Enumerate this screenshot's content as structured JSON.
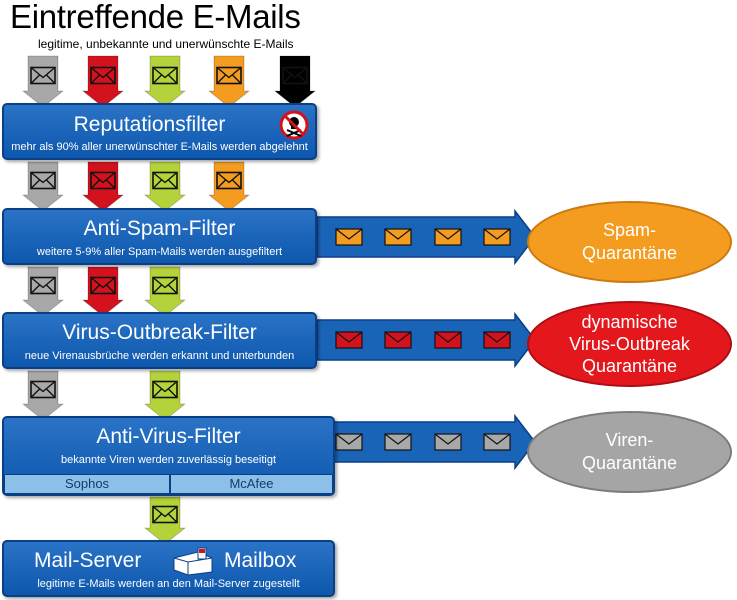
{
  "header": {
    "title": "Eintreffende E-Mails",
    "subtitle": "legitime, unbekannte und unerwünschte E-Mails"
  },
  "colors": {
    "gray": "#a8a8a8",
    "red": "#d4121e",
    "green": "#b4d23a",
    "orange": "#f39c1f",
    "black": "#000000",
    "filter_blue": "#1a64b8",
    "sub_blue": "#8cc0e8",
    "spam_quarantine": "#f39c1f",
    "virus_outbreak_quarantine": "#e3171c",
    "virus_quarantine": "#a5a5a5"
  },
  "filters": [
    {
      "title": "Reputationsfilter",
      "description": "mehr als 90% aller unerwünschter E-Mails werden abgelehnt",
      "icon": "blocked-skull-icon"
    },
    {
      "title": "Anti-Spam-Filter",
      "description": "weitere 5-9% aller Spam-Mails werden ausgefiltert"
    },
    {
      "title": "Virus-Outbreak-Filter",
      "description": "neue Virenausbrüche werden erkannt und unterbunden"
    },
    {
      "title": "Anti-Virus-Filter",
      "description": "bekannte Viren werden zuverlässig beseitigt",
      "engines": [
        "Sophos",
        "McAfee"
      ]
    },
    {
      "title": "Mail-Server",
      "title_right": "Mailbox",
      "description": "legitime E-Mails werden an den Mail-Server zugestellt",
      "icon": "mailbox-icon"
    }
  ],
  "quarantines": [
    {
      "label": "Spam-\nQuarantäne",
      "color": "orange"
    },
    {
      "label": "dynamische\nVirus-Outbreak\nQuarantäne",
      "color": "red"
    },
    {
      "label": "Viren-\nQuarantäne",
      "color": "gray"
    }
  ]
}
